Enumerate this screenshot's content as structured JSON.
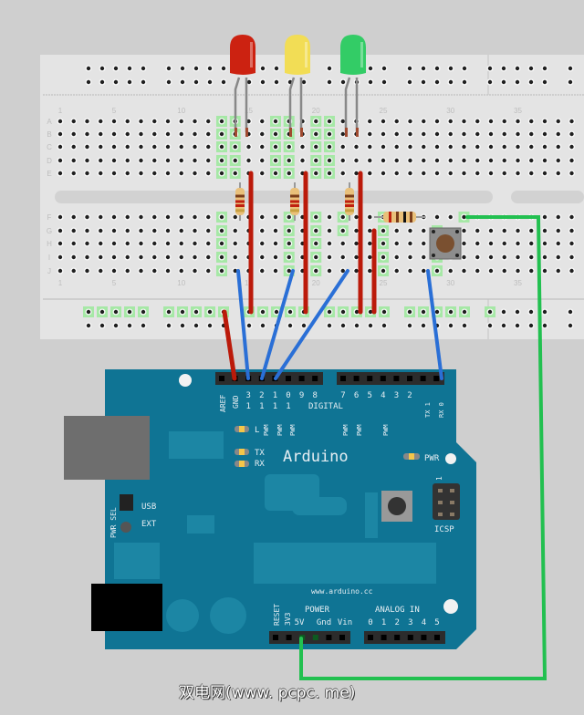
{
  "breadboard": {
    "column_numbers": [
      "1",
      "5",
      "10",
      "15",
      "20",
      "25",
      "30",
      "35"
    ],
    "rows_top": [
      "A",
      "B",
      "C",
      "D",
      "E"
    ],
    "rows_bottom": [
      "F",
      "G",
      "H",
      "I",
      "J"
    ]
  },
  "leds": [
    {
      "name": "red-led",
      "color": "#cc2211"
    },
    {
      "name": "yellow-led",
      "color": "#f2dd55"
    },
    {
      "name": "green-led",
      "color": "#33cc66"
    }
  ],
  "arduino": {
    "logo": "Arduino",
    "url": "www.arduino.cc",
    "digital_label": "DIGITAL",
    "digital_pins_left": [
      "AREF",
      "GND",
      "13",
      "12",
      "11",
      "10",
      "9",
      "8"
    ],
    "digital_pins_right": [
      "7",
      "6",
      "5",
      "4",
      "3",
      "2",
      "TX 1",
      "RX 0"
    ],
    "pwm_label": "PWM",
    "led_labels": {
      "l": "L",
      "tx": "TX",
      "rx": "RX",
      "pwr": "PWR"
    },
    "pwr_sel": {
      "label": "PWR SEL",
      "usb": "USB",
      "ext": "EXT"
    },
    "icsp": "ICSP",
    "icsp_pin1": "1",
    "power_label": "POWER",
    "power_pins": [
      "RESET",
      "3V3",
      "5V",
      "Gnd",
      "Vin"
    ],
    "analog_label": "ANALOG IN",
    "analog_pins": [
      "0",
      "1",
      "2",
      "3",
      "4",
      "5"
    ]
  },
  "colors": {
    "board": "#0f7494",
    "wire_blue": "#2a6fd6",
    "wire_red": "#bb1a0a",
    "wire_green": "#22c050",
    "breadboard": "#e3e3e3"
  },
  "watermark": "双电网(www. pcpc. me)"
}
